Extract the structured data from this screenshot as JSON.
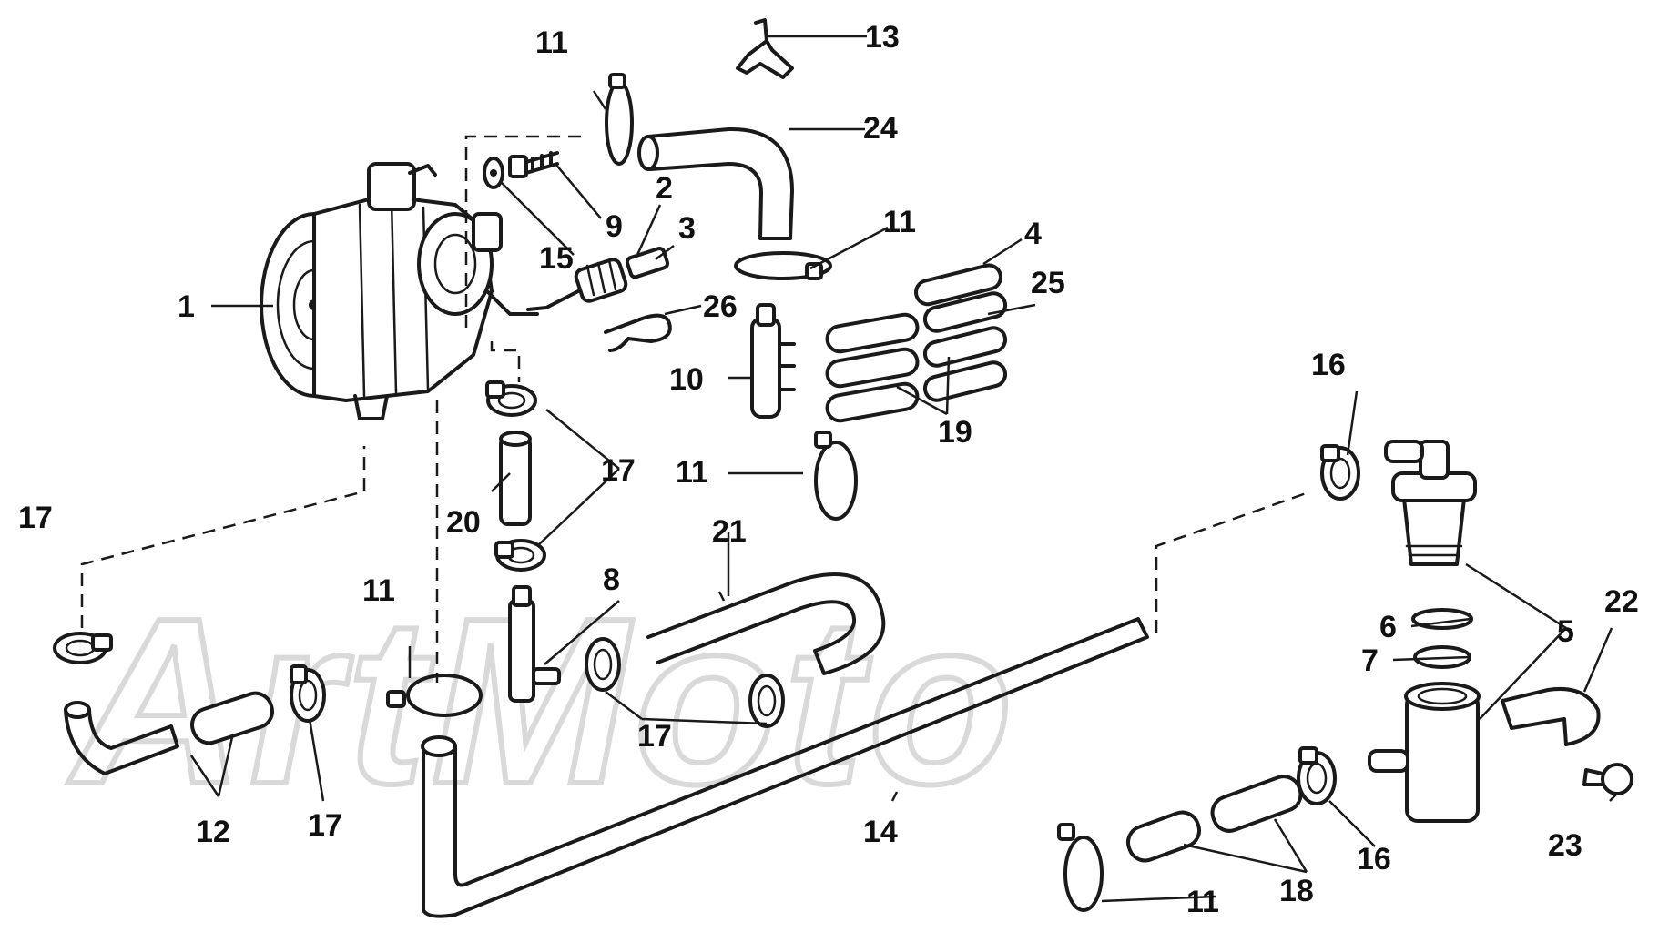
{
  "watermark": {
    "text": "ArtMoto",
    "color": "#d9d9d9"
  },
  "callouts": {
    "c1": "1",
    "c2": "2",
    "c3": "3",
    "c4": "4",
    "c5": "5",
    "c6": "6",
    "c7": "7",
    "c8": "8",
    "c9": "9",
    "c10": "10",
    "c11a": "11",
    "c11b": "11",
    "c11c": "11",
    "c11d": "11",
    "c11e": "11",
    "c12": "12",
    "c13": "13",
    "c14": "14",
    "c15": "15",
    "c16a": "16",
    "c16b": "16",
    "c17a": "17",
    "c17b": "17",
    "c17c": "17",
    "c17d": "17",
    "c18": "18",
    "c19": "19",
    "c20": "20",
    "c21": "21",
    "c22": "22",
    "c23": "23",
    "c24": "24",
    "c25": "25",
    "c26": "26"
  },
  "colors": {
    "line": "#1a1a1a",
    "background": "#ffffff"
  }
}
